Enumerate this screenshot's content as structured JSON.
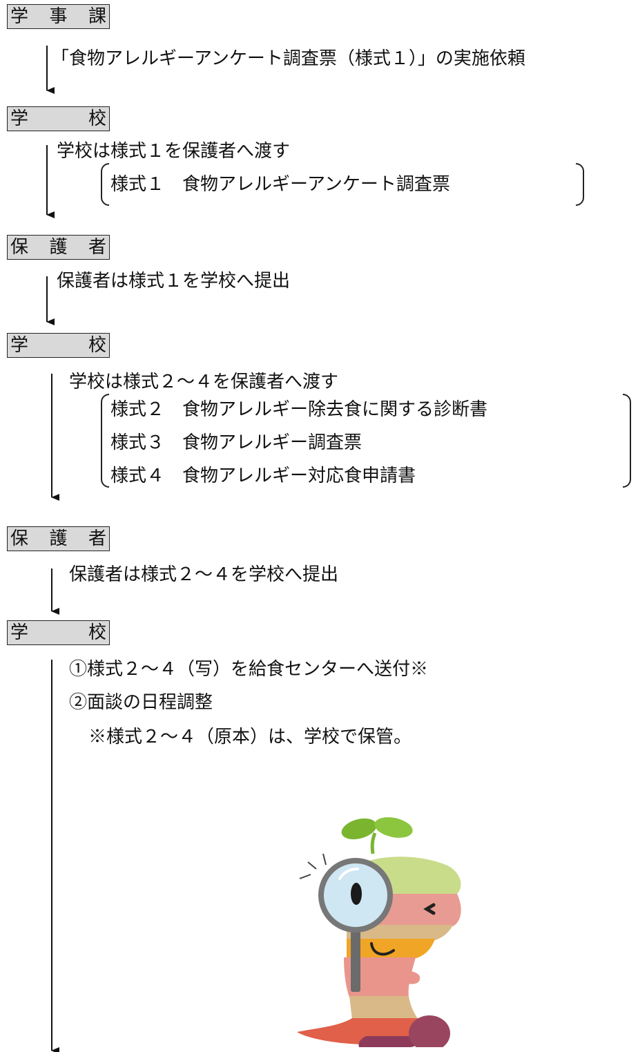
{
  "steps": [
    {
      "label": [
        "学",
        "事",
        "課"
      ],
      "text": "「食物アレルギーアンケート調査票（様式１）」の実施依頼"
    },
    {
      "label": [
        "学",
        "校"
      ],
      "text": "学校は様式１を保護者へ渡す",
      "forms": [
        "様式１　食物アレルギーアンケート調査票"
      ]
    },
    {
      "label": [
        "保",
        "護",
        "者"
      ],
      "text": "保護者は様式１を学校へ提出"
    },
    {
      "label": [
        "学",
        "校"
      ],
      "text": "学校は様式２～４を保護者へ渡す",
      "forms": [
        "様式２　食物アレルギー除去食に関する診断書",
        "様式３　食物アレルギー調査票",
        "様式４　食物アレルギー対応食申請書"
      ]
    },
    {
      "label": [
        "保",
        "護",
        "者"
      ],
      "text": "保護者は様式２～４を学校へ提出"
    },
    {
      "label": [
        "学",
        "校"
      ],
      "items": [
        "①様式２～４（写）を給食センターへ送付※",
        "②面談の日程調整"
      ],
      "note": "※様式２～４（原本）は、学校で保管。"
    }
  ],
  "colors": {
    "box_fill": "#d9d9d9",
    "line": "#111111"
  },
  "illustration": "sprout-mascot-with-magnifying-glass"
}
